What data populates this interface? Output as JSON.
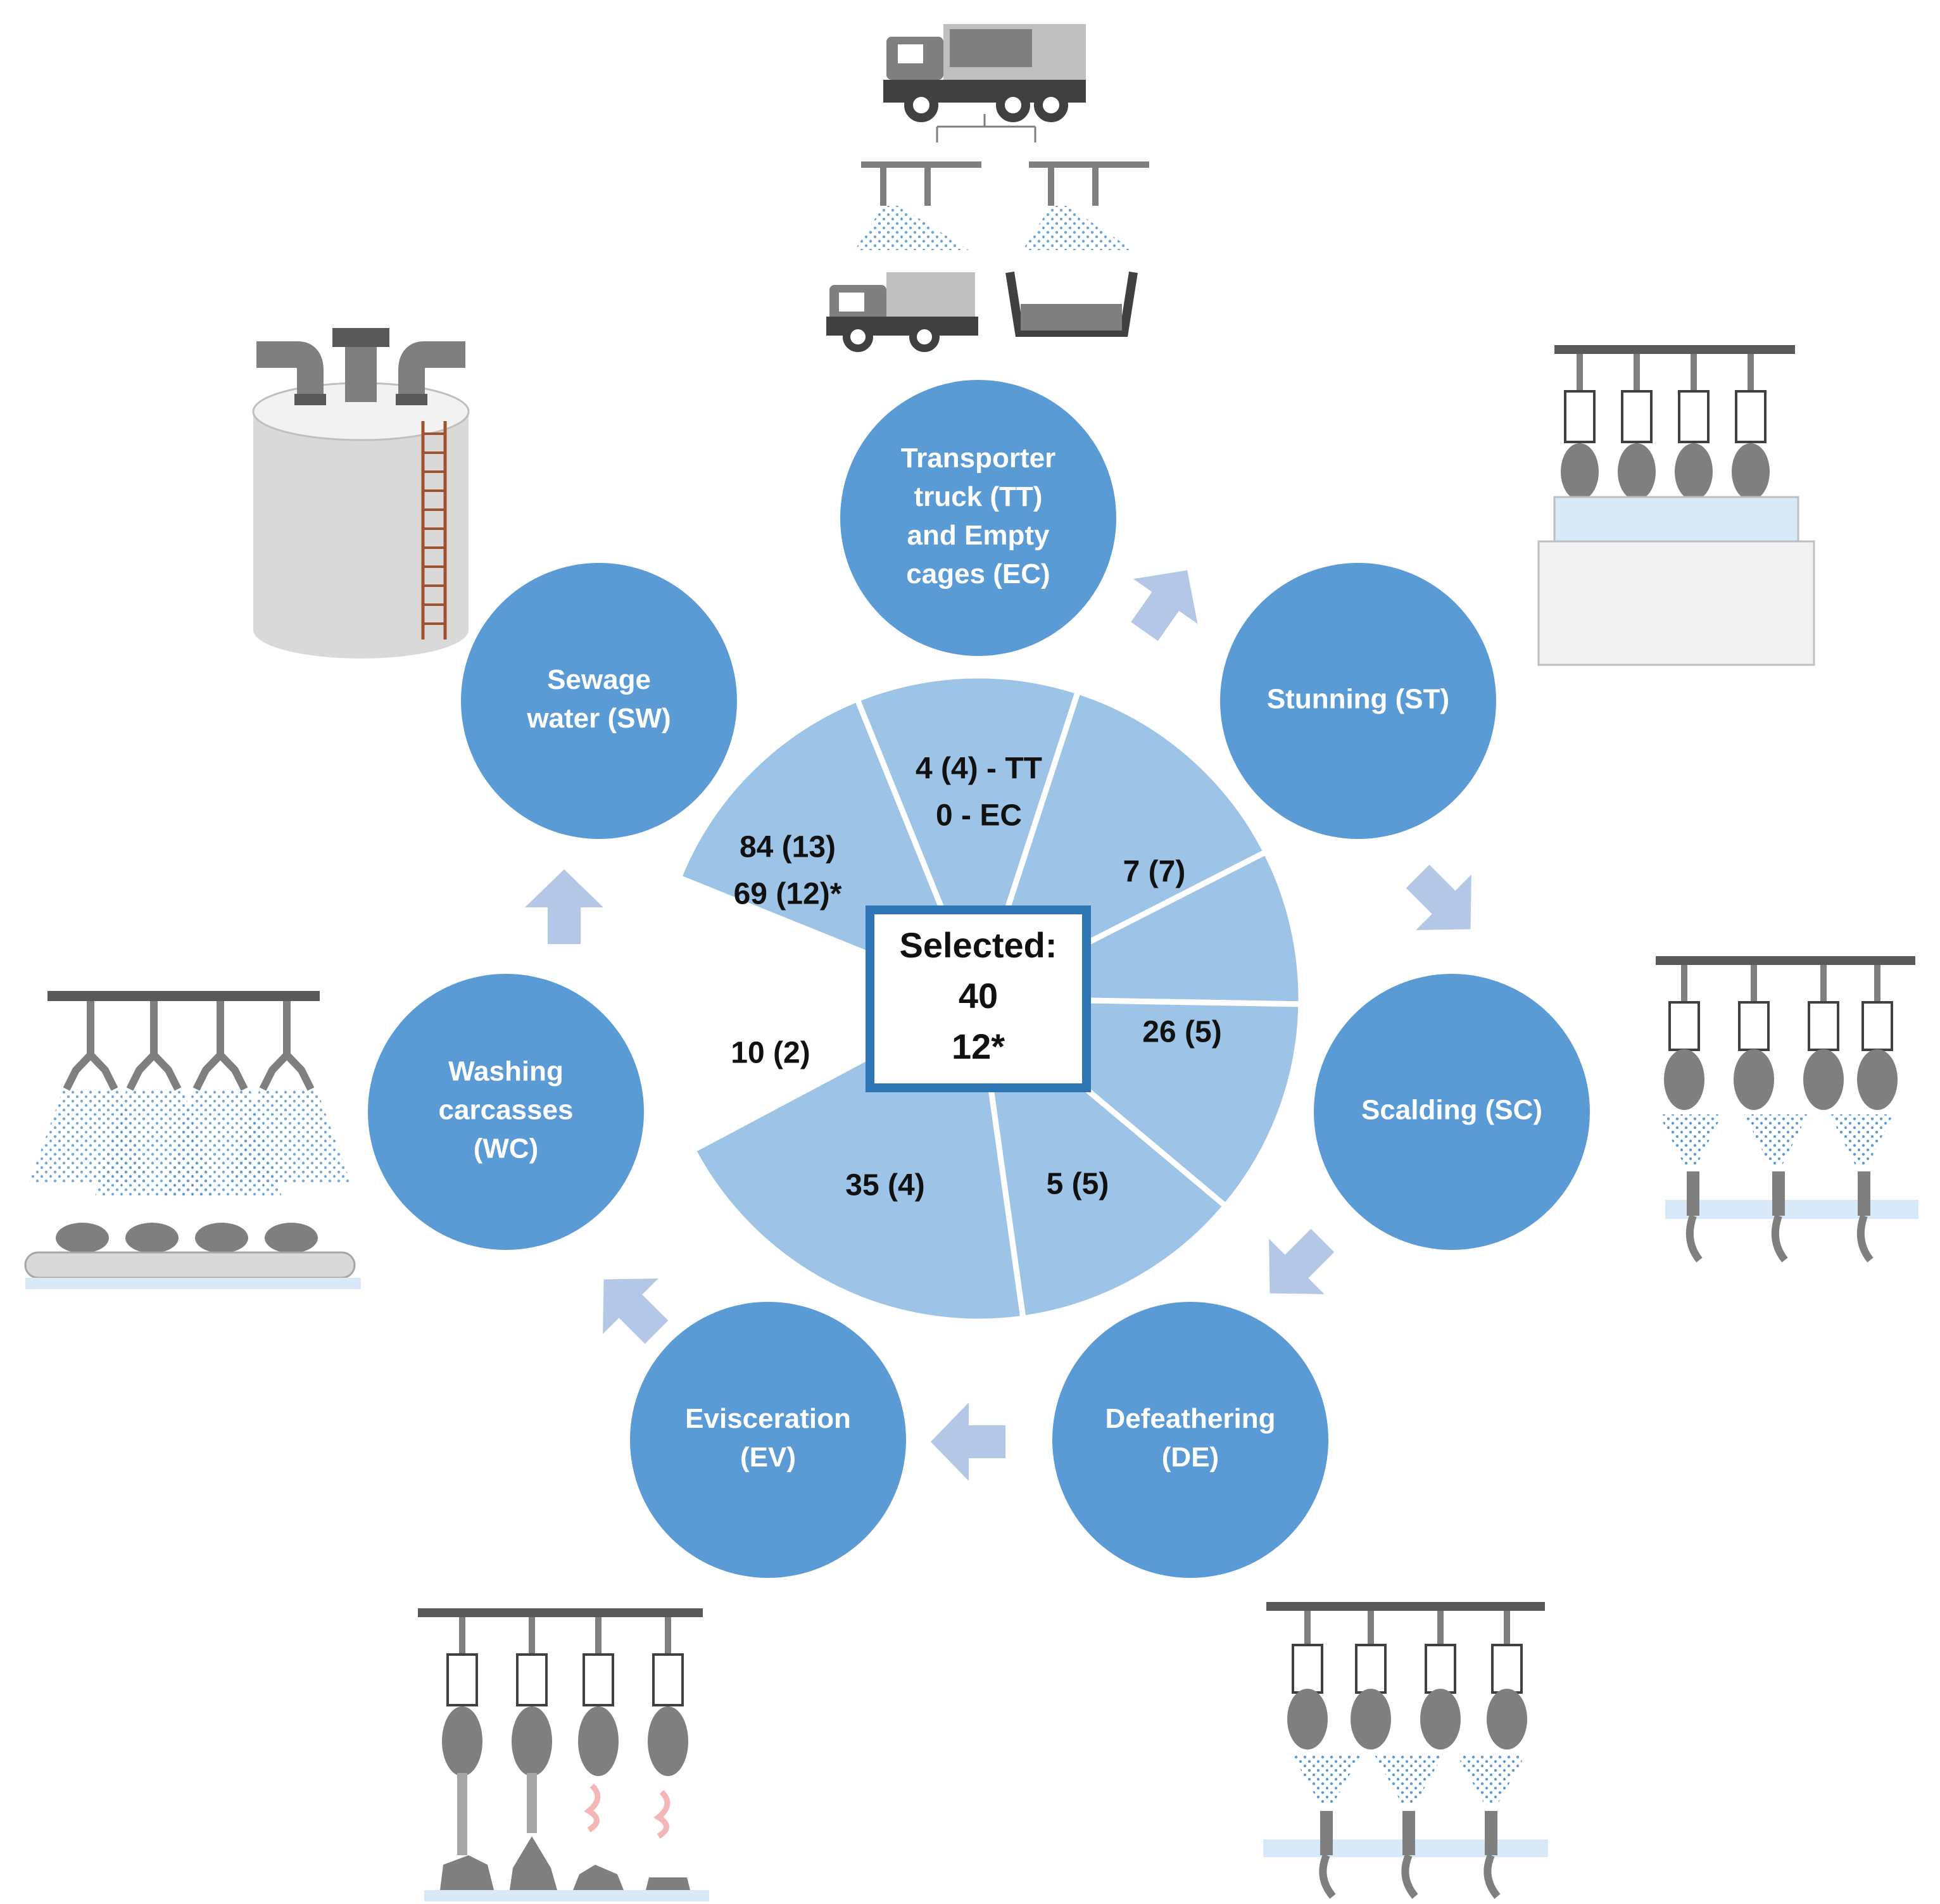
{
  "colors": {
    "step_circle": "#5b9bd5",
    "wheel": "#9dc3e6",
    "arrow": "#b4c7e7",
    "center_border": "#2e75b6",
    "equipment_gray": "#7f7f7f",
    "water": "#dae9f7"
  },
  "steps": [
    {
      "id": "tt",
      "lines": [
        "Transporter",
        "truck (TT)",
        "and Empty",
        "cages (EC)"
      ]
    },
    {
      "id": "st",
      "lines": [
        "Stunning (ST)"
      ]
    },
    {
      "id": "sc",
      "lines": [
        "Scalding (SC)"
      ]
    },
    {
      "id": "de",
      "lines": [
        "Defeathering",
        "(DE)"
      ]
    },
    {
      "id": "ev",
      "lines": [
        "Evisceration",
        "(EV)"
      ]
    },
    {
      "id": "wc",
      "lines": [
        "Washing",
        "carcasses",
        "(WC)"
      ]
    },
    {
      "id": "sw",
      "lines": [
        "Sewage",
        "water (SW)"
      ]
    }
  ],
  "segments": [
    {
      "id": "tt",
      "lines": [
        "4 (4) - TT",
        "0 - EC"
      ]
    },
    {
      "id": "st",
      "lines": [
        "7 (7)"
      ]
    },
    {
      "id": "sc",
      "lines": [
        "26 (5)"
      ]
    },
    {
      "id": "de",
      "lines": [
        "5 (5)"
      ]
    },
    {
      "id": "ev",
      "lines": [
        "35 (4)"
      ]
    },
    {
      "id": "wc",
      "lines": [
        "10 (2)"
      ]
    },
    {
      "id": "sw",
      "lines": [
        "84 (13)",
        "69 (12)*"
      ]
    }
  ],
  "center": {
    "lines": [
      "Selected:",
      "40",
      "12*"
    ]
  },
  "icons": [
    "transport-truck-cage-washing-icon",
    "stunning-line-icon",
    "scalding-line-icon",
    "defeathering-line-icon",
    "evisceration-line-icon",
    "carcass-washing-line-icon",
    "sewage-tank-icon"
  ]
}
